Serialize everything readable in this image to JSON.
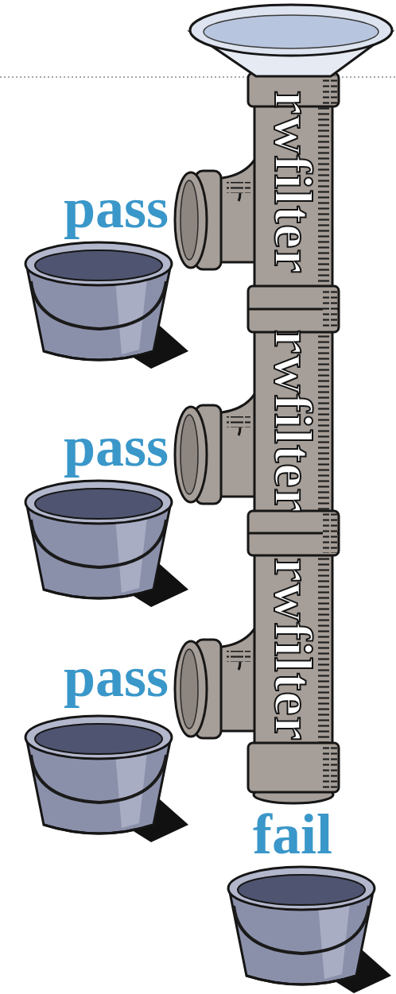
{
  "diagram": {
    "nodes": [
      {
        "text": [
          "rwfilter"
        ]
      },
      {
        "text": [
          "rwfilter"
        ]
      },
      {
        "text": [
          "rwfilter"
        ]
      }
    ],
    "labels": [
      "pass",
      "pass",
      "pass",
      "fail"
    ]
  }
}
